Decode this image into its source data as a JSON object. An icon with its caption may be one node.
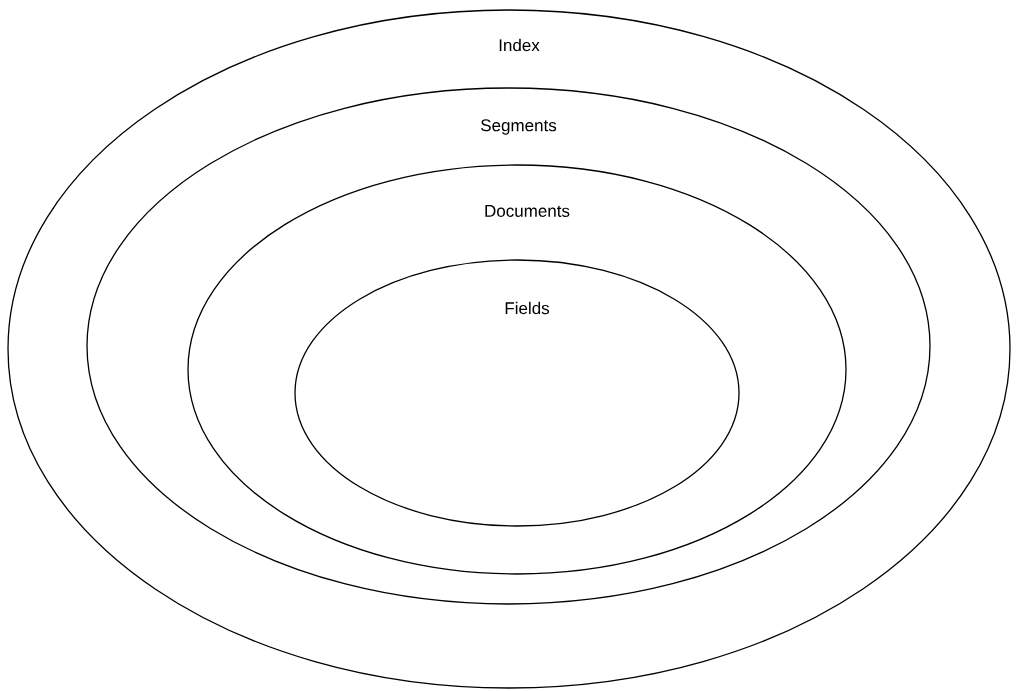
{
  "diagram": {
    "nodes": [
      {
        "text": [
          "Index"
        ]
      },
      {
        "text": [
          "Segments"
        ],
        "in": 0
      },
      {
        "text": [
          "Documents"
        ],
        "in": 1
      },
      {
        "text": [
          "Fields"
        ],
        "in": 2
      }
    ]
  }
}
